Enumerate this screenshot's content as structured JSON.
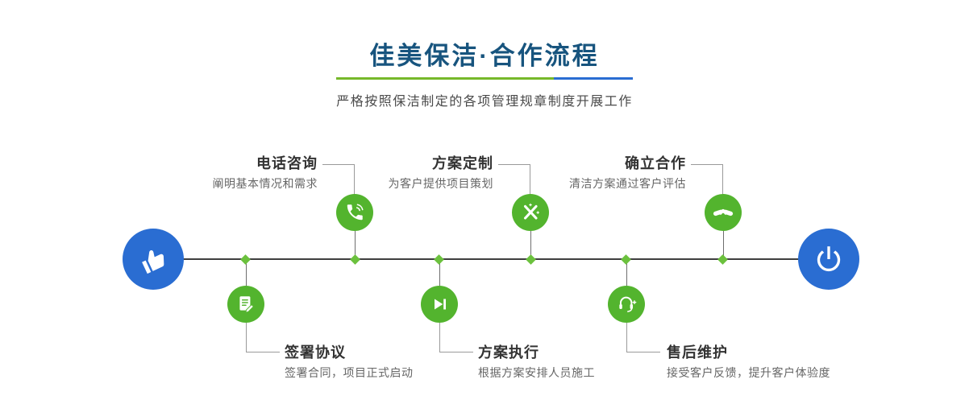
{
  "header": {
    "title": "佳美保洁·合作流程",
    "subtitle": "严格按照保洁制定的各项管理规章制度开展工作"
  },
  "timeline": {
    "start_icon": "pointing-hand-icon",
    "end_icon": "power-icon"
  },
  "steps": {
    "top": [
      {
        "title": "电话咨询",
        "desc": "阐明基本情况和需求",
        "icon": "phone-icon"
      },
      {
        "title": "方案定制",
        "desc": "为客户提供项目策划",
        "icon": "design-tools-icon"
      },
      {
        "title": "确立合作",
        "desc": "清洁方案通过客户评估",
        "icon": "handshake-icon"
      }
    ],
    "bottom": [
      {
        "title": "签署协议",
        "desc": "签署合同，项目正式启动",
        "icon": "contract-icon"
      },
      {
        "title": "方案执行",
        "desc": "根据方案安排人员施工",
        "icon": "play-next-icon"
      },
      {
        "title": "售后维护",
        "desc": "接受客户反馈，提升客户体验度",
        "icon": "headset-support-icon"
      }
    ]
  },
  "colors": {
    "primary_blue": "#2a6dd2",
    "accent_green": "#53b42e",
    "diamond_green": "#6bc13d",
    "title_color": "#17547e",
    "divider_green": "#76b82a",
    "divider_blue": "#2a6dd2",
    "line_color": "#3f3f3f"
  }
}
